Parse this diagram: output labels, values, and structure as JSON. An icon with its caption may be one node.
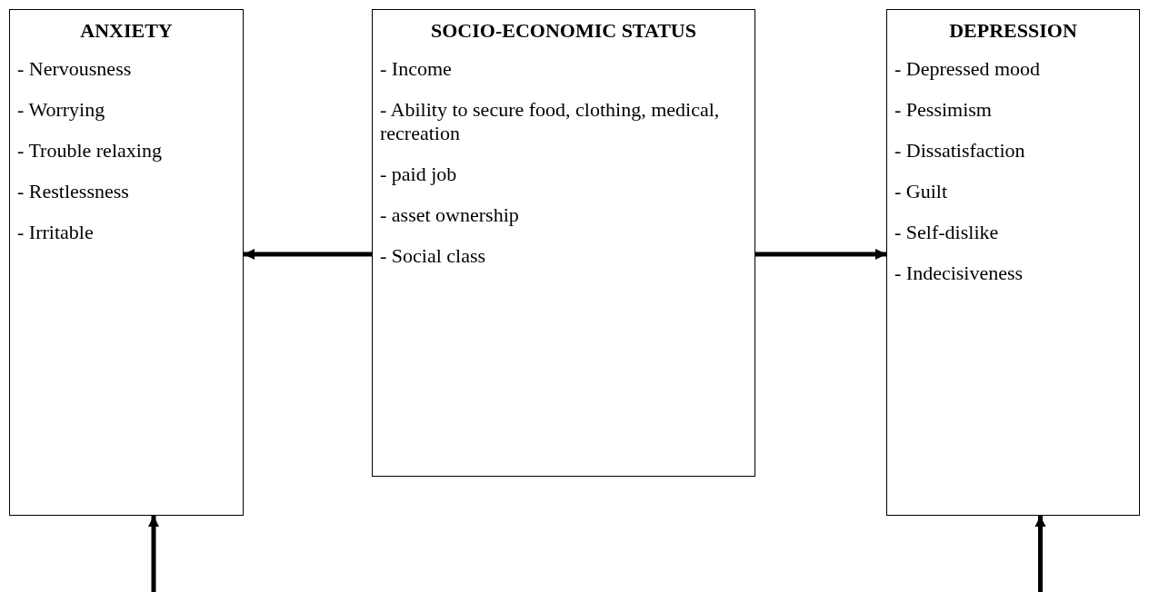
{
  "diagram": {
    "nodes": [
      {
        "text": [
          "ANXIETY",
          "- Nervousness",
          "- Worrying",
          "- Trouble relaxing",
          "- Restlessness",
          "- Irritable"
        ]
      },
      {
        "text": [
          "SOCIO-ECONOMIC STATUS",
          "- Income",
          "- Ability to secure food, clothing, medical, recreation",
          "- paid job",
          "- asset ownership",
          "- Social class"
        ]
      },
      {
        "text": [
          "DEPRESSION",
          "- Depressed mood",
          "- Pessimism",
          "- Dissatisfaction",
          "- Guilt",
          "- Self-dislike",
          "- Indecisiveness"
        ]
      }
    ],
    "edges": [
      {
        "from": 1,
        "to": 0,
        "arrow": "to"
      },
      {
        "from": 1,
        "to": 2,
        "arrow": "to"
      },
      {
        "from": null,
        "to": 0,
        "arrow": "to"
      },
      {
        "from": null,
        "to": 2,
        "arrow": "to"
      }
    ]
  }
}
